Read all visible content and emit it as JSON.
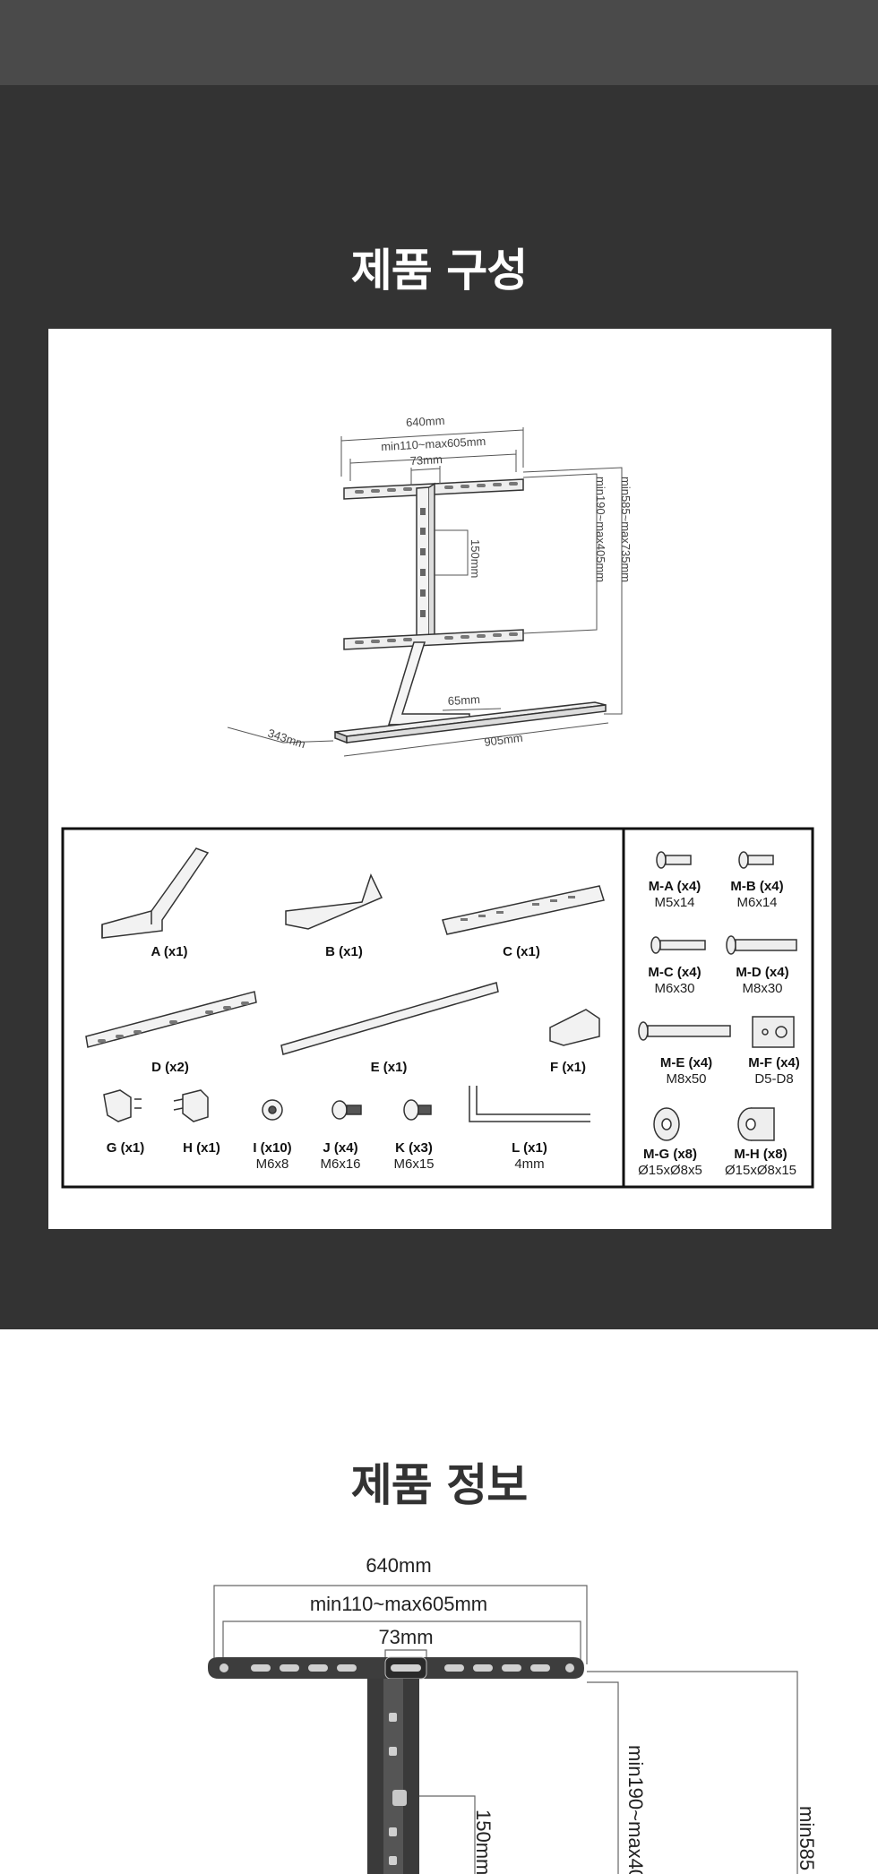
{
  "sections": {
    "components_title": "제품 구성",
    "info_title": "제품 정보"
  },
  "drawing": {
    "dims": {
      "width_640": "640mm",
      "range_110_605": "min110~max605mm",
      "gap_73": "73mm",
      "pitch_150": "150mm",
      "height_190_405": "min190~max405mm",
      "height_585_735": "min585~max735mm",
      "base_65": "65mm",
      "depth_343": "343mm",
      "length_905": "905mm"
    }
  },
  "parts": [
    {
      "label": "A (x1)"
    },
    {
      "label": "B (x1)"
    },
    {
      "label": "C (x1)"
    },
    {
      "label": "D (x2)"
    },
    {
      "label": "E (x1)"
    },
    {
      "label": "F (x1)"
    },
    {
      "label": "G (x1)"
    },
    {
      "label": "H (x1)"
    },
    {
      "label": "I (x10)",
      "size": "M6x8"
    },
    {
      "label": "J (x4)",
      "size": "M6x16"
    },
    {
      "label": "K (x3)",
      "size": "M6x15"
    },
    {
      "label": "L (x1)",
      "size": "4mm"
    }
  ],
  "hardware": [
    {
      "label": "M-A (x4)",
      "size": "M5x14"
    },
    {
      "label": "M-B (x4)",
      "size": "M6x14"
    },
    {
      "label": "M-C (x4)",
      "size": "M6x30"
    },
    {
      "label": "M-D (x4)",
      "size": "M8x30"
    },
    {
      "label": "M-E (x4)",
      "size": "M8x50"
    },
    {
      "label": "M-F (x4)",
      "size": "D5-D8"
    },
    {
      "label": "M-G (x8)",
      "size": "Ø15xØ8x5"
    },
    {
      "label": "M-H (x8)",
      "size": "Ø15xØ8x15"
    }
  ],
  "info_drawing": {
    "width_640": "640mm",
    "range_110_605": "min110~max605mm",
    "gap_73": "73mm",
    "pitch_150": "150mm",
    "height_190": "min190~max40",
    "height_585": "min585"
  },
  "colors": {
    "topbar": "#4a4a4a",
    "dark_section": "#333333",
    "panel": "#ffffff"
  }
}
